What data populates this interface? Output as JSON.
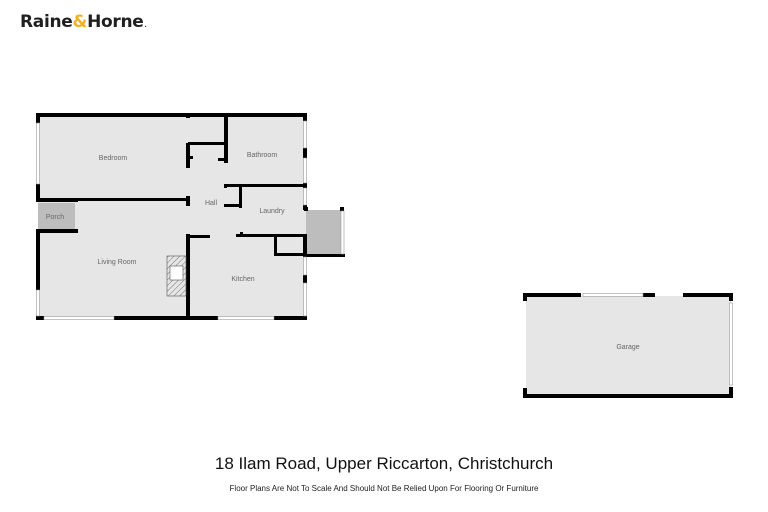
{
  "brand": {
    "name_part1": "Raine",
    "ampersand": "&",
    "name_part2": "Horne",
    "mark": ".",
    "accent_color": "#f2b120"
  },
  "floor_plan": {
    "rooms": [
      {
        "id": "bedroom",
        "label": "Bedroom"
      },
      {
        "id": "bathroom",
        "label": "Bathroom"
      },
      {
        "id": "hall",
        "label": "Hall"
      },
      {
        "id": "laundry",
        "label": "Laundry"
      },
      {
        "id": "porch",
        "label": "Porch"
      },
      {
        "id": "living-room",
        "label": "Living Room"
      },
      {
        "id": "kitchen",
        "label": "Kitchen"
      },
      {
        "id": "garage",
        "label": "Garage"
      }
    ],
    "colors": {
      "floor": "#e6e6e6",
      "wall": "#000000",
      "porch": "#bdbdbd"
    }
  },
  "address": "18 Ilam Road, Upper Riccarton, Christchurch",
  "disclaimer": "Floor Plans Are Not To Scale And Should Not Be Relied Upon For Flooring Or Furniture"
}
